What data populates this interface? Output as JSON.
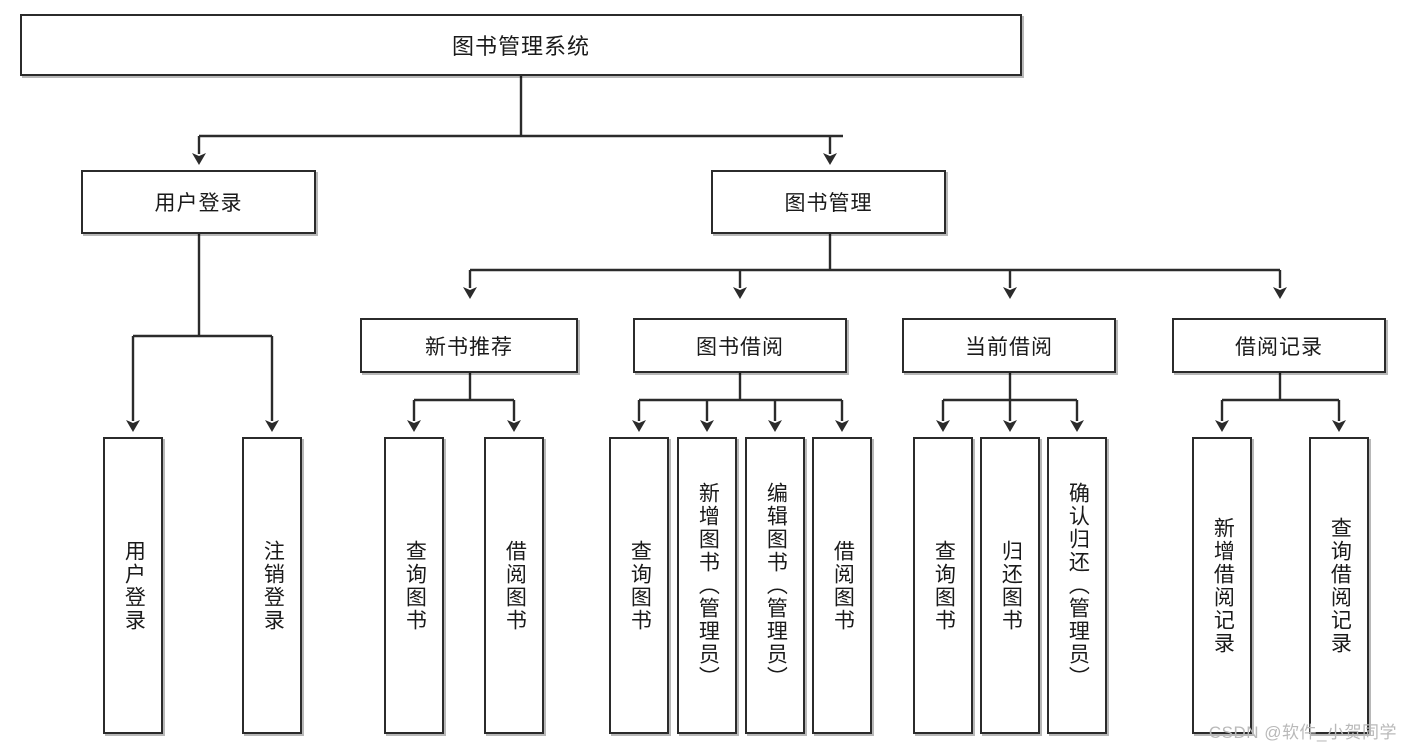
{
  "diagram": {
    "title": "图书管理系统",
    "type": "tree",
    "watermark": "CSDN @软件_小贺同学",
    "colors": {
      "box_border": "#2b2b2b",
      "box_fill": "#ffffff",
      "edge": "#2b2b2b",
      "text": "#1a1a1a",
      "watermark": "#b9b9b9"
    },
    "root": {
      "label": "图书管理系统"
    },
    "level2": [
      {
        "label": "用户登录"
      },
      {
        "label": "图书管理"
      }
    ],
    "level3": [
      {
        "label": "新书推荐"
      },
      {
        "label": "图书借阅"
      },
      {
        "label": "当前借阅"
      },
      {
        "label": "借阅记录"
      }
    ],
    "leaves": {
      "user_login": [
        {
          "label": "用户登录"
        },
        {
          "label": "注销登录"
        }
      ],
      "new_book": [
        {
          "label": "查询图书"
        },
        {
          "label": "借阅图书"
        }
      ],
      "book_borrow": [
        {
          "label": "查询图书"
        },
        {
          "label": "新增图书（管理员）"
        },
        {
          "label": "编辑图书（管理员）"
        },
        {
          "label": "借阅图书"
        }
      ],
      "current_borrow": [
        {
          "label": "查询图书"
        },
        {
          "label": "归还图书"
        },
        {
          "label": "确认归还（管理员）"
        }
      ],
      "borrow_record": [
        {
          "label": "新增借阅记录"
        },
        {
          "label": "查询借阅记录"
        }
      ]
    }
  }
}
